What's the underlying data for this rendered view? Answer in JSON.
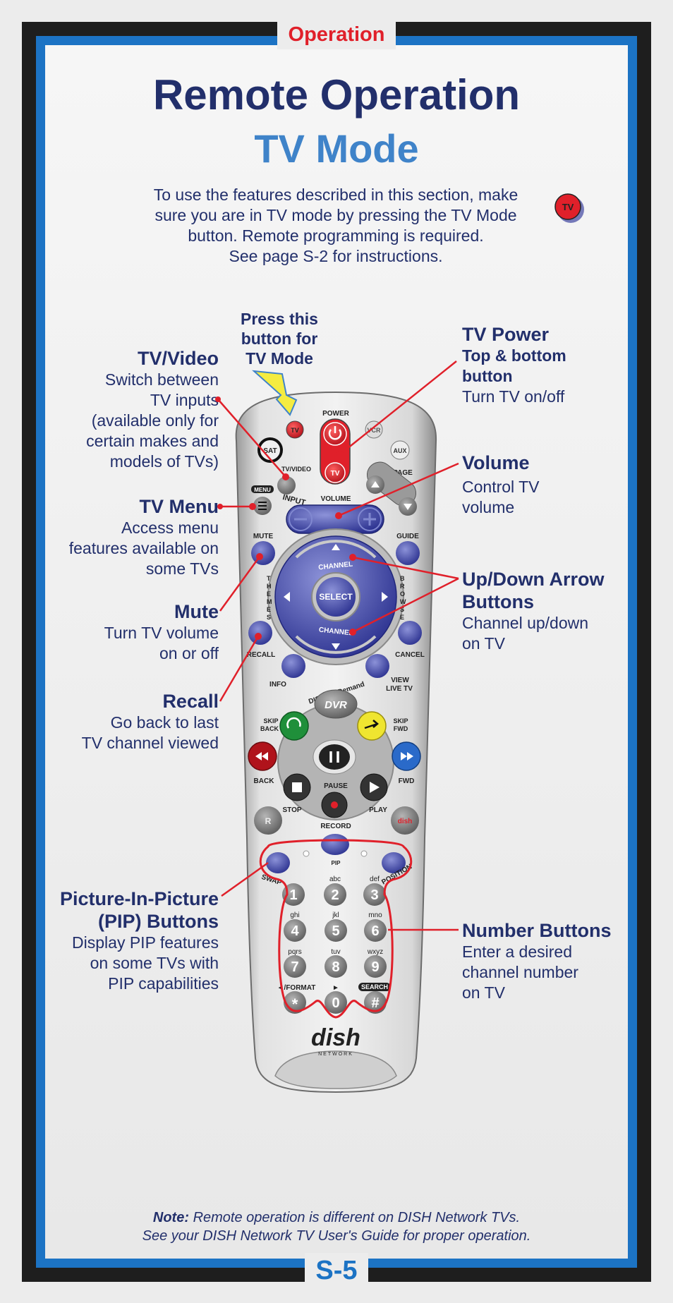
{
  "section_tab": "Operation",
  "page_number": "S-5",
  "title": "Remote Operation",
  "subtitle": "TV Mode",
  "intro": [
    "To use the features described in this section, make",
    "sure you are in TV mode by pressing the TV Mode",
    "button. Remote programming is required.",
    "See page S-2 for instructions."
  ],
  "tv_badge": "TV",
  "callouts": {
    "press_tv": [
      "Press this",
      "button for",
      "TV Mode"
    ],
    "tv_video": {
      "title": "TV/Video",
      "lines": [
        "Switch between",
        "TV inputs",
        "(available only for",
        "certain makes and",
        "models of TVs)"
      ]
    },
    "tv_menu": {
      "title": "TV Menu",
      "lines": [
        "Access menu",
        "features available on",
        "some TVs"
      ]
    },
    "mute": {
      "title": "Mute",
      "lines": [
        "Turn TV volume",
        "on or off"
      ]
    },
    "recall": {
      "title": "Recall",
      "lines": [
        "Go back to last",
        "TV channel viewed"
      ]
    },
    "pip": {
      "title_lines": [
        "Picture-In-Picture",
        "(PIP) Buttons"
      ],
      "lines": [
        "Display PIP features",
        "on some TVs with",
        "PIP capabilities"
      ]
    },
    "tv_power": {
      "title": "TV Power",
      "sub_lines": [
        "Top & bottom",
        "button"
      ],
      "lines": [
        "Turn TV on/off"
      ]
    },
    "volume": {
      "title": "Volume",
      "lines": [
        "Control TV",
        "volume"
      ]
    },
    "updown": {
      "title_lines": [
        "Up/Down Arrow",
        "Buttons"
      ],
      "lines": [
        "Channel up/down",
        "on TV"
      ]
    },
    "number": {
      "title": "Number Buttons",
      "lines": [
        "Enter a desired",
        "channel number",
        "on TV"
      ]
    }
  },
  "remote": {
    "top_buttons": {
      "tv": "TV",
      "power": "POWER",
      "vcr": "VCR",
      "sat": "SAT",
      "aux": "AUX",
      "tv_bottom": "TV",
      "page": "PAGE",
      "tv_video": "TV/VIDEO",
      "input": "INPUT",
      "menu": "MENU",
      "volume": "VOLUME"
    },
    "nav": {
      "mute": "MUTE",
      "guide": "GUIDE",
      "channel": "CHANNEL",
      "select": "SELECT",
      "themes": "THEMES",
      "browse": "BROWSE",
      "recall": "RECALL",
      "cancel": "CANCEL",
      "info": "INFO",
      "view_live_tv": [
        "VIEW",
        "LIVE TV"
      ]
    },
    "dvr": {
      "dish_on_demand": "DISH On Demand",
      "dvr": "DVR",
      "skip_back": [
        "SKIP",
        "BACK"
      ],
      "skip_fwd": [
        "SKIP",
        "FWD"
      ],
      "back": "BACK",
      "fwd": "FWD",
      "pause": "PAUSE",
      "stop": "STOP",
      "play": "PLAY",
      "record": "RECORD"
    },
    "pip_row": {
      "swap": "SWAP",
      "pip": "PIP",
      "position": "POSITION"
    },
    "keypad": [
      {
        "digit": "1",
        "letters": ""
      },
      {
        "digit": "2",
        "letters": "abc"
      },
      {
        "digit": "3",
        "letters": "def"
      },
      {
        "digit": "4",
        "letters": "ghi"
      },
      {
        "digit": "5",
        "letters": "jkl"
      },
      {
        "digit": "6",
        "letters": "mno"
      },
      {
        "digit": "7",
        "letters": "pqrs"
      },
      {
        "digit": "8",
        "letters": "tuv"
      },
      {
        "digit": "9",
        "letters": "wxyz"
      },
      {
        "digit": "*",
        "letters": "◄/FORMAT"
      },
      {
        "digit": "0",
        "letters": "►"
      },
      {
        "digit": "#",
        "letters": "SEARCH"
      }
    ],
    "logo": "dish",
    "logo_sub": "NETWORK"
  },
  "note": {
    "bold": "Note:",
    "line1": "Remote operation is different on DISH Network TVs.",
    "line2": "See your DISH Network TV User's Guide for proper operation."
  },
  "colors": {
    "navy": "#222f6b",
    "blue": "#1c73c4",
    "light_blue": "#3f83c9",
    "red": "#e0202a",
    "button_blue": "#3f45a0"
  }
}
